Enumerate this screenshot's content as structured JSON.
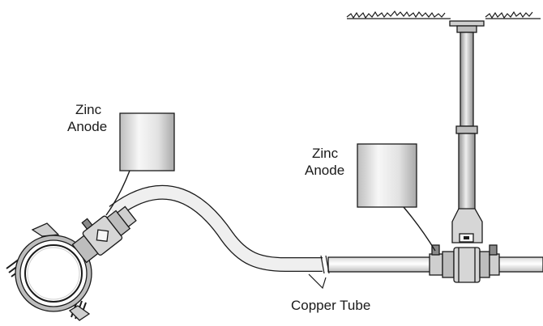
{
  "labels": {
    "anode_left_line1": "Zinc",
    "anode_left_line2": "Anode",
    "anode_right_line1": "Zinc",
    "anode_right_line2": "Anode",
    "copper_tube": "Copper Tube"
  },
  "colors": {
    "stroke": "#1a1a1a",
    "fill_light": "#f2f2f2",
    "fill_mid": "#cfcfcf",
    "fill_dark": "#8a8a8a"
  }
}
